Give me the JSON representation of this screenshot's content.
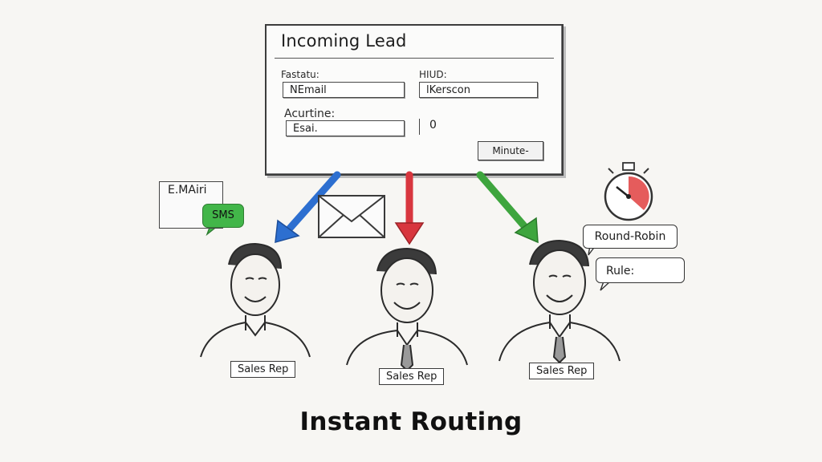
{
  "form": {
    "title": "Incoming Lead",
    "label_top_left": "Fastatu:",
    "label_top_right": "HIUD:",
    "field_name": "NEmail",
    "field_person": "lKerscon",
    "label_mid": "Acurtine:",
    "field_email": "Esai.",
    "field_value": "0",
    "button": "Minute-"
  },
  "left_icons": {
    "email_label": "E.MAiri",
    "sms_label": "SMS"
  },
  "right_icons": {
    "round_robin": "Round-Robin",
    "rule": "Rule:"
  },
  "reps": [
    {
      "label": "Sales Rep"
    },
    {
      "label": "Sales Rep"
    },
    {
      "label": "Sales Rep"
    }
  ],
  "caption": "Instant Routing",
  "colors": {
    "arrow_left": "#2d6fd0",
    "arrow_center": "#d8363e",
    "arrow_right": "#3ea53e",
    "sms_green": "#42b649",
    "timer_red": "#e04040",
    "rule_tag_blue": "#3a8fd6"
  }
}
